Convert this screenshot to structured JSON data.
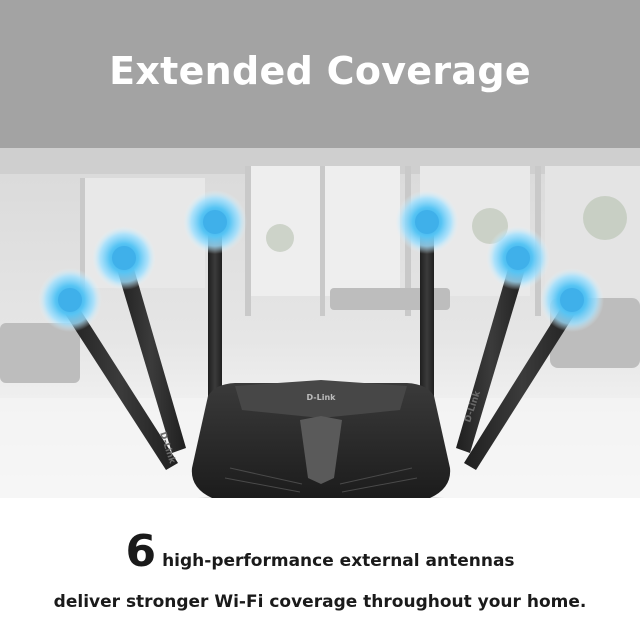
{
  "header": {
    "title": "Extended Coverage"
  },
  "product": {
    "brand_label": "D-Link",
    "antenna_brand_label": "D-Link"
  },
  "caption": {
    "number": "6",
    "line1": "high-performance external antennas",
    "line2": "deliver stronger Wi-Fi coverage throughout your home."
  },
  "colors": {
    "header_band": "#a3a3a3",
    "glow": "#3fb8f0",
    "router_body": "#2b2b2b"
  }
}
